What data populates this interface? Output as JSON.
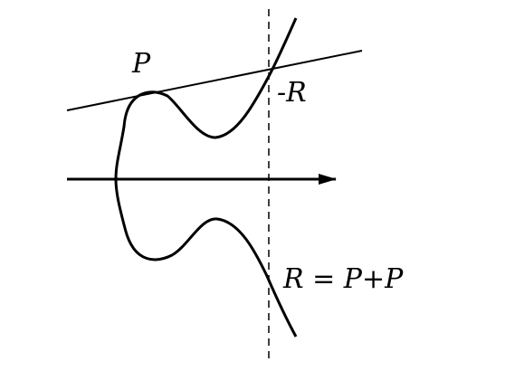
{
  "labels": {
    "p": "P",
    "neg_r": "-R",
    "r_eq": "R = P+P"
  },
  "colors": {
    "stroke": "#000000",
    "background": "#ffffff"
  }
}
